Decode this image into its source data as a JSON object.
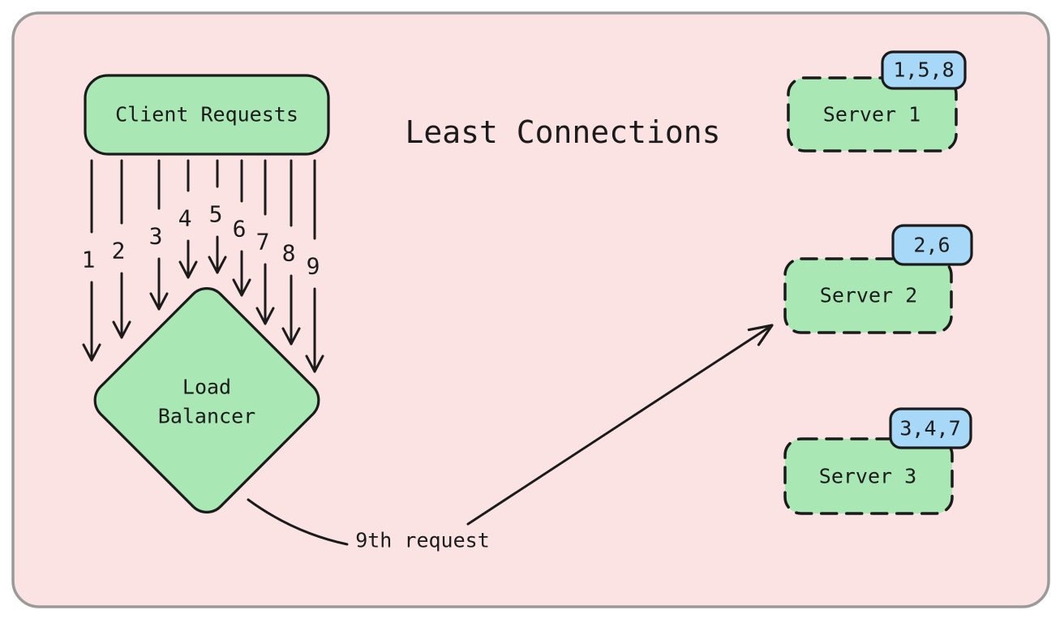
{
  "title": "Least Connections",
  "client_box": {
    "label": "Client Requests"
  },
  "load_balancer": {
    "label_line1": "Load",
    "label_line2": "Balancer"
  },
  "request_arrows": [
    {
      "label": "1"
    },
    {
      "label": "2"
    },
    {
      "label": "3"
    },
    {
      "label": "4"
    },
    {
      "label": "5"
    },
    {
      "label": "6"
    },
    {
      "label": "7"
    },
    {
      "label": "8"
    },
    {
      "label": "9"
    }
  ],
  "redirect_arrow": {
    "label": "9th request"
  },
  "servers": [
    {
      "name": "Server 1",
      "badge": "1,5,8"
    },
    {
      "name": "Server 2",
      "badge": "2,6"
    },
    {
      "name": "Server 3",
      "badge": "3,4,7"
    }
  ],
  "colors": {
    "panel": "#fbe3e3",
    "shape_green": "#a9e8b4",
    "badge_blue": "#a8d8f8",
    "stroke": "#1b1b1b",
    "frame_border": "#9a9a9a"
  }
}
